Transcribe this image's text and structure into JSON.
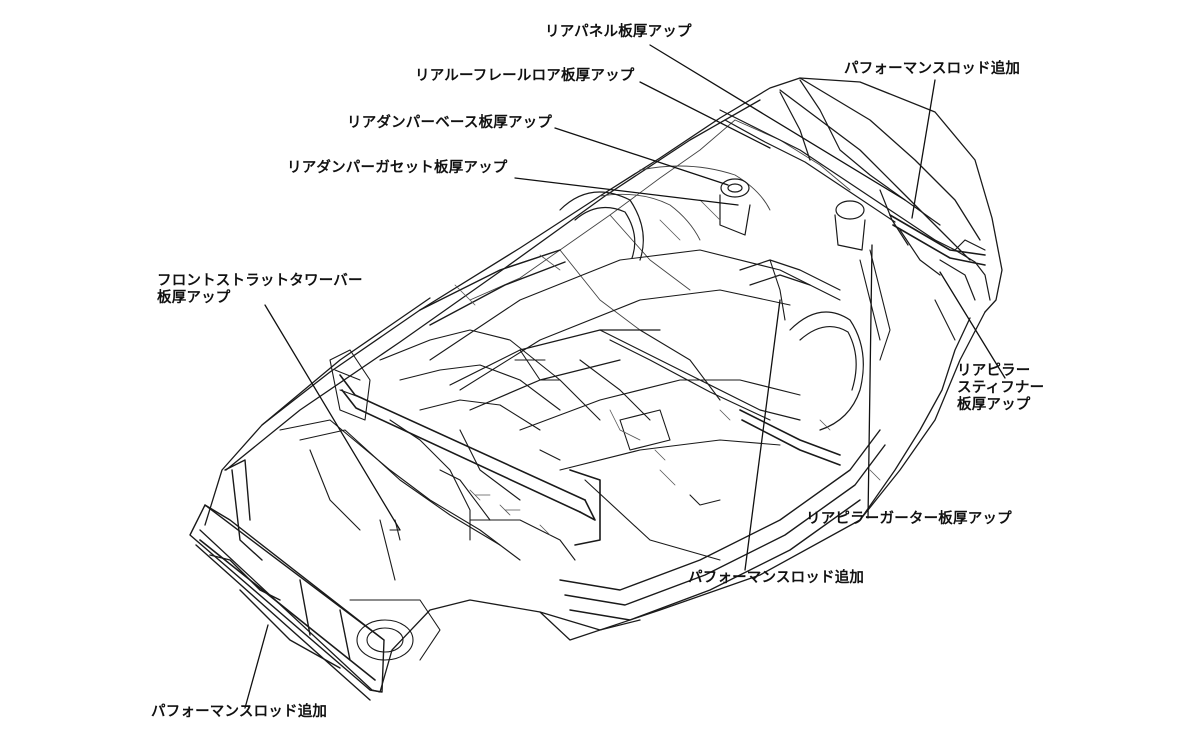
{
  "labels": {
    "rear_panel": "リアパネル板厚アップ",
    "rear_roof_rail_lower": "リアルーフレールロア板厚アップ",
    "rear_damper_base": "リアダンパーベース板厚アップ",
    "rear_damper_gusset": "リアダンパーガセット板厚アップ",
    "front_strut_tower_bar": [
      "フロントストラットタワーバー",
      "板厚アップ"
    ],
    "performance_rod_top": "パフォーマンスロッド追加",
    "rear_pillar_stiffener": [
      "リアピラー",
      "スティフナー",
      "板厚アップ"
    ],
    "rear_pillar_gutter": "リアピラーガーター板厚アップ",
    "performance_rod_middle": "パフォーマンスロッド追加",
    "performance_rod_bottom": "パフォーマンスロッド追加"
  },
  "colors": {
    "ink": "#111111",
    "background": "#ffffff"
  }
}
